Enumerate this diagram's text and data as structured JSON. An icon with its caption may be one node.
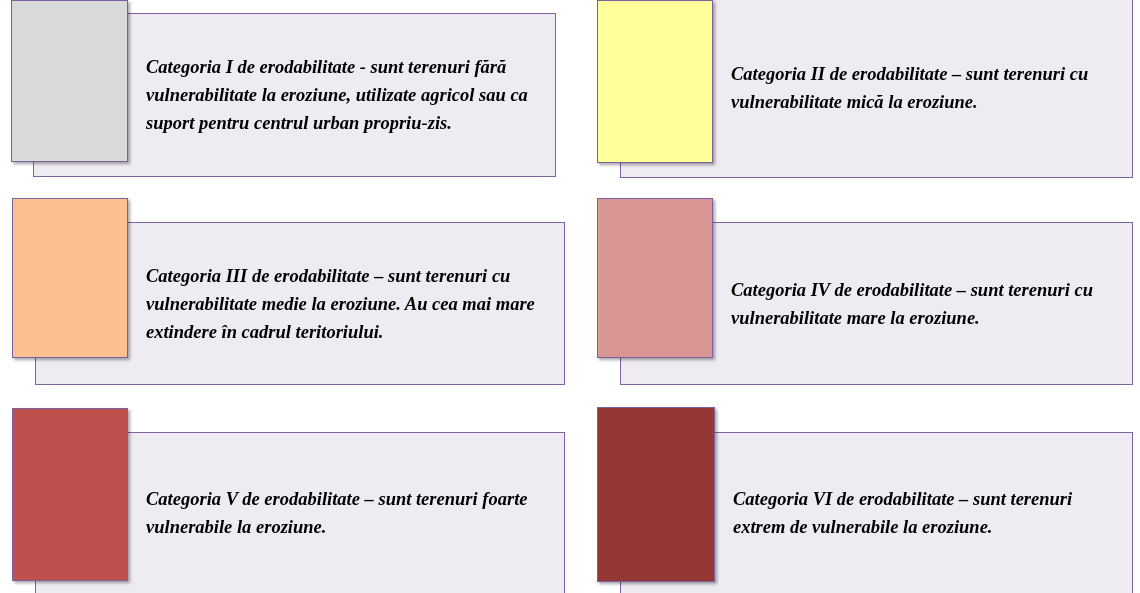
{
  "diagram": {
    "legend": [
      {
        "text": "Categoria I de erodabilitate - sunt terenuri fără vulnerabilitate la eroziune, utilizate agricol sau ca suport pentru centrul urban propriu-zis.",
        "color": "#d9d9d9"
      },
      {
        "text": "Categoria II de erodabilitate – sunt terenuri cu vulnerabilitate mică la eroziune.",
        "color": "#ffff99"
      },
      {
        "text": "Categoria III de erodabilitate – sunt terenuri cu vulnerabilitate medie la eroziune. Au cea mai mare extindere în cadrul teritoriului.",
        "color": "#fac090"
      },
      {
        "text": "Categoria IV de erodabilitate – sunt terenuri cu vulnerabilitate mare la eroziune.",
        "color": "#d99694"
      },
      {
        "text": "Categoria V de erodabilitate – sunt terenuri foarte vulnerabile la eroziune.",
        "color": "#c0504d"
      },
      {
        "text": "Categoria VI de erodabilitate – sunt terenuri extrem de vulnerabile la eroziune.",
        "color": "#953735"
      }
    ]
  }
}
